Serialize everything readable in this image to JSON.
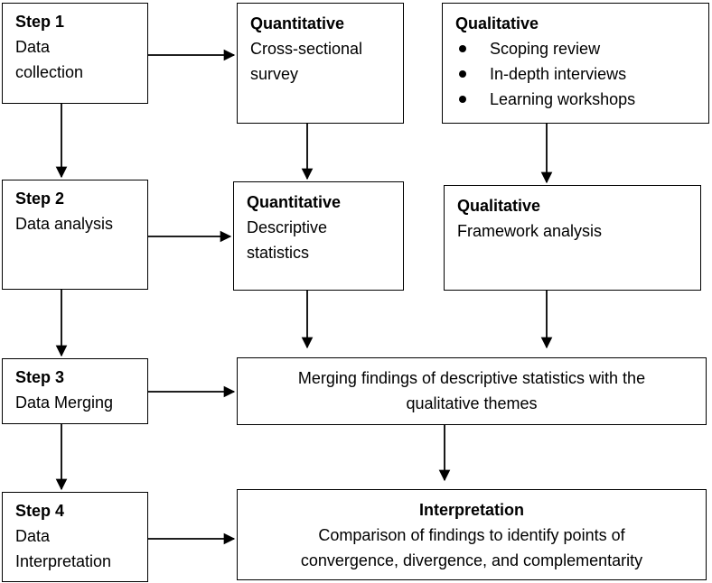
{
  "steps": [
    {
      "label": "Step 1",
      "text": "Data collection"
    },
    {
      "label": "Step 2",
      "text": "Data analysis"
    },
    {
      "label": "Step 3",
      "text": "Data Merging"
    },
    {
      "label": "Step 4",
      "text": "Data Interpretation"
    }
  ],
  "collection": {
    "quantitative": {
      "title": "Quantitative",
      "text": "Cross-sectional survey"
    },
    "qualitative": {
      "title": "Qualitative",
      "items": [
        "Scoping review",
        "In-depth interviews",
        "Learning workshops"
      ]
    }
  },
  "analysis": {
    "quantitative": {
      "title": "Quantitative",
      "text": "Descriptive statistics"
    },
    "qualitative": {
      "title": "Qualitative",
      "text": "Framework analysis"
    }
  },
  "merging": {
    "text": "Merging findings of descriptive statistics with the qualitative themes"
  },
  "interpretation": {
    "title": "Interpretation",
    "text": "Comparison of findings to identify points of convergence, divergence, and complementarity"
  }
}
